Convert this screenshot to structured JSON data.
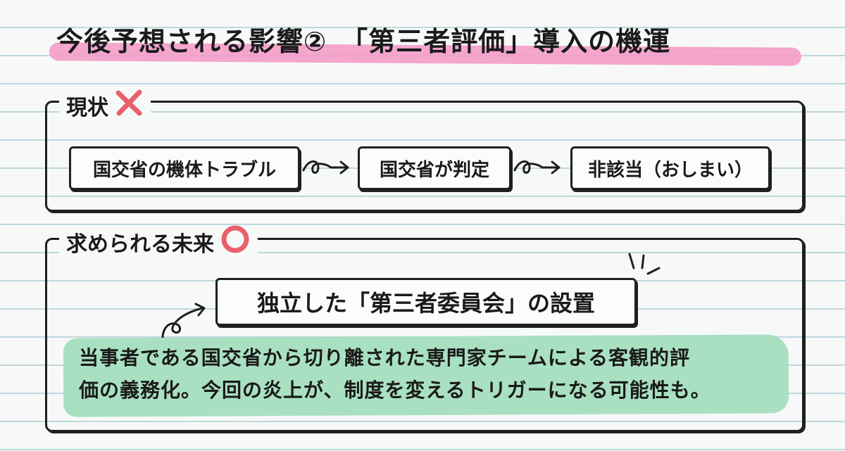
{
  "title": "今後予想される影響②　「第三者評価」導入の機運",
  "current": {
    "label": "現状",
    "mark_icon": "cross-icon",
    "flow": [
      "国交省の機体トラブル",
      "国交省が判定",
      "非該当（おしまい）"
    ]
  },
  "future": {
    "label": "求められる未来",
    "mark_icon": "circle-icon",
    "highlight": "独立した「第三者委員会」の設置",
    "description_lines": [
      "当事者である国交省から切り離された専門家チームによる客観的評",
      "価の義務化。今回の炎上が、制度を変えるトリガーになる可能性も。"
    ]
  },
  "colors": {
    "marker": "#f39cc8",
    "cross": "#e8606b",
    "circle": "#e8606b",
    "highlight_bg": "#a9e0c2",
    "line": "#bfd7de"
  }
}
